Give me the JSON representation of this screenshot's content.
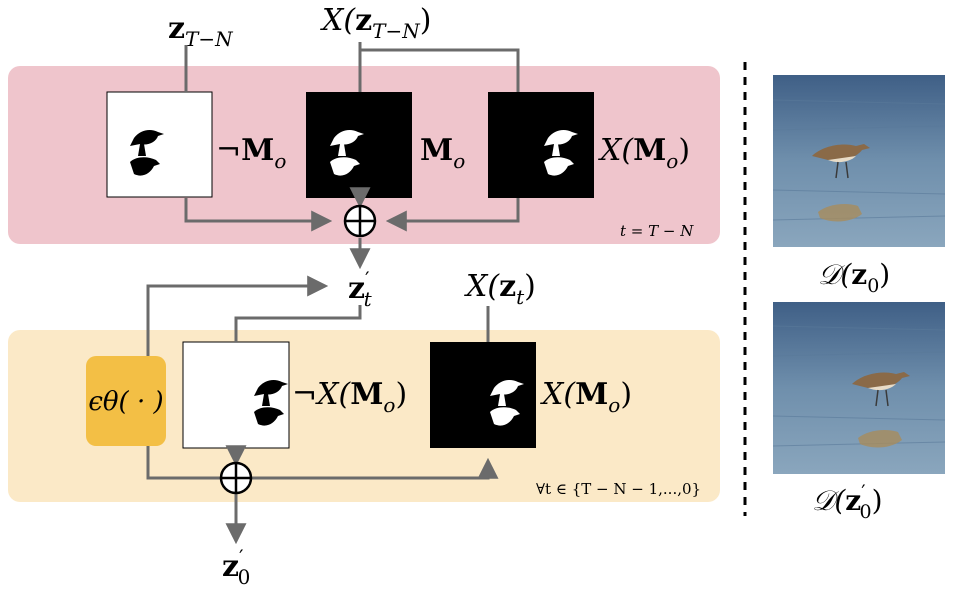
{
  "top_panel": {
    "input_label": {
      "base": "z",
      "sub": "T−N"
    },
    "transform_label": {
      "pre": "X(",
      "base": "z",
      "sub": "T−N",
      "post": ")"
    },
    "mask_neg_label": {
      "pre": "¬",
      "base": "M",
      "sub": "o"
    },
    "mask_label": {
      "base": "M",
      "sub": "o"
    },
    "mask_transformed_label": {
      "pre": "X(",
      "base": "M",
      "sub": "o",
      "post": ")"
    },
    "time_note": "t = T − N",
    "combine_symbol": "⊕"
  },
  "middle": {
    "zt_prime": {
      "base": "z",
      "sup": "′",
      "sub": "t"
    },
    "x_zt": {
      "pre": "X(",
      "base": "z",
      "sub": "t",
      "post": ")"
    }
  },
  "bottom_panel": {
    "denoiser_label": "ϵθ( · )",
    "mask_neg_label": {
      "pre": "¬X(",
      "base": "M",
      "sub": "o",
      "post": ")"
    },
    "mask_label": {
      "pre": "X(",
      "base": "M",
      "sub": "o",
      "post": ")"
    },
    "time_note": "∀t ∈ {T − N − 1,...,0}",
    "combine_symbol": "⊕"
  },
  "output": {
    "base": "z",
    "sup": "′",
    "sub": "0"
  },
  "results": {
    "original_caption": {
      "pre": "𝒟(",
      "base": "z",
      "sub": "0",
      "post": ")"
    },
    "edited_caption": {
      "pre": "𝒟(",
      "base": "z",
      "sup": "′",
      "sub": "0",
      "post": ")"
    }
  },
  "colors": {
    "top_panel_bg": "#efc5cc",
    "bottom_panel_bg": "#fbe9c7",
    "denoiser_box": "#f3bf45",
    "arrow": "#6b6b6b",
    "water": "#6f8fac"
  }
}
